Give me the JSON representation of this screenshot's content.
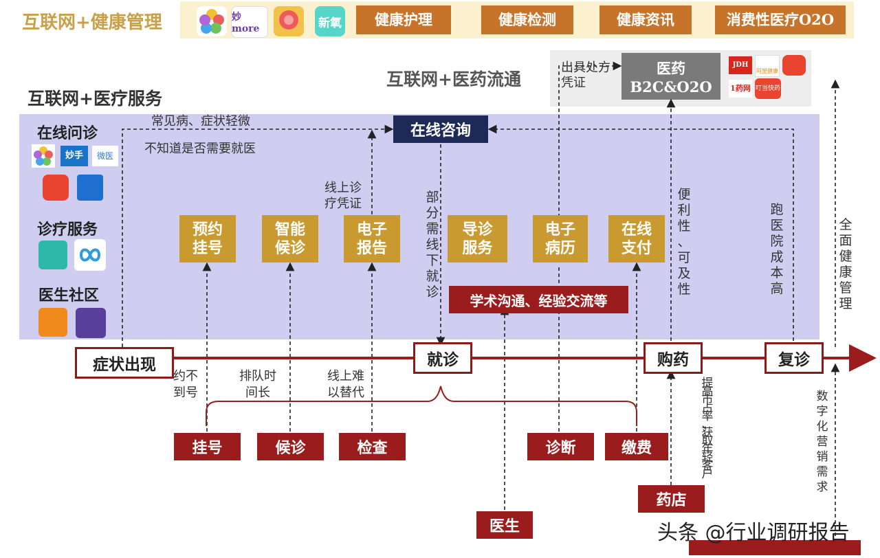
{
  "header": {
    "title": "互联网+健康管理",
    "buttons": [
      "健康护理",
      "健康检测",
      "健康资讯",
      "消费性医疗O2O"
    ],
    "logos": [
      "app-logo-flower",
      "app-logo-miaoshou",
      "app-logo-grapefruit",
      "app-logo-xinyang"
    ],
    "logo_texts": [
      "",
      "妙more",
      "",
      "新氧"
    ]
  },
  "section_titles": {
    "medical_service": "互联网+医疗服务",
    "medicine_circulation": "互联网+医药流通"
  },
  "sidebar": {
    "online_consult": "在线问诊",
    "diagnosis_service": "诊疗服务",
    "doctor_community": "医生社区",
    "logo_texts": [
      "妙手",
      "微医"
    ]
  },
  "online_consult_box": "在线咨询",
  "pharma_box": {
    "line1": "医药",
    "line2": "B2C&O2O"
  },
  "pharma_logos": [
    "JDH",
    "阿里健康",
    "",
    "1药网",
    "叮当快药"
  ],
  "labels": {
    "common_disease": "常见病、症状轻微",
    "not_sure": "不知道是否需要就医",
    "online_report_cert": "线上诊\n疗凭证",
    "partial_offline": "部\n分\n需\n线\n下\n就\n诊",
    "prescription": "出具处方\n凭证",
    "convenience": "便\n利\n性\n、\n可\n及\n性",
    "high_cost": "跑\n医\n院\n成\n本\n高",
    "full_health": "全\n面\n健\n康\n管\n理",
    "cant_book": "约不\n到号",
    "long_queue": "排队时\n间长",
    "hard_replace": "线上难\n以替代",
    "market_share": "提\n高\n市\n占\n率\n、\n获\n取\n年\n轻\n客\n户",
    "digital_marketing": "数\n字\n化\n营\n销\n需\n求"
  },
  "services": [
    {
      "label": "预约\n挂号"
    },
    {
      "label": "智能\n候诊"
    },
    {
      "label": "电子\n报告"
    },
    {
      "label": "导诊\n服务"
    },
    {
      "label": "电子\n病历"
    },
    {
      "label": "在线\n支付"
    }
  ],
  "academic": "学术沟通、经验交流等",
  "stages": [
    "症状出现",
    "就诊",
    "购药",
    "复诊"
  ],
  "steps": [
    "挂号",
    "候诊",
    "检查",
    "诊断",
    "缴费",
    "药店",
    "医生"
  ],
  "watermark": "头条 @行业调研报告",
  "colors": {
    "gold": "#c99a2f",
    "orange": "#c8732a",
    "dark_red": "#9b1c1c",
    "navy": "#1d2a57",
    "lavender": "#cfcdf0",
    "cream": "#fbf1cf"
  }
}
